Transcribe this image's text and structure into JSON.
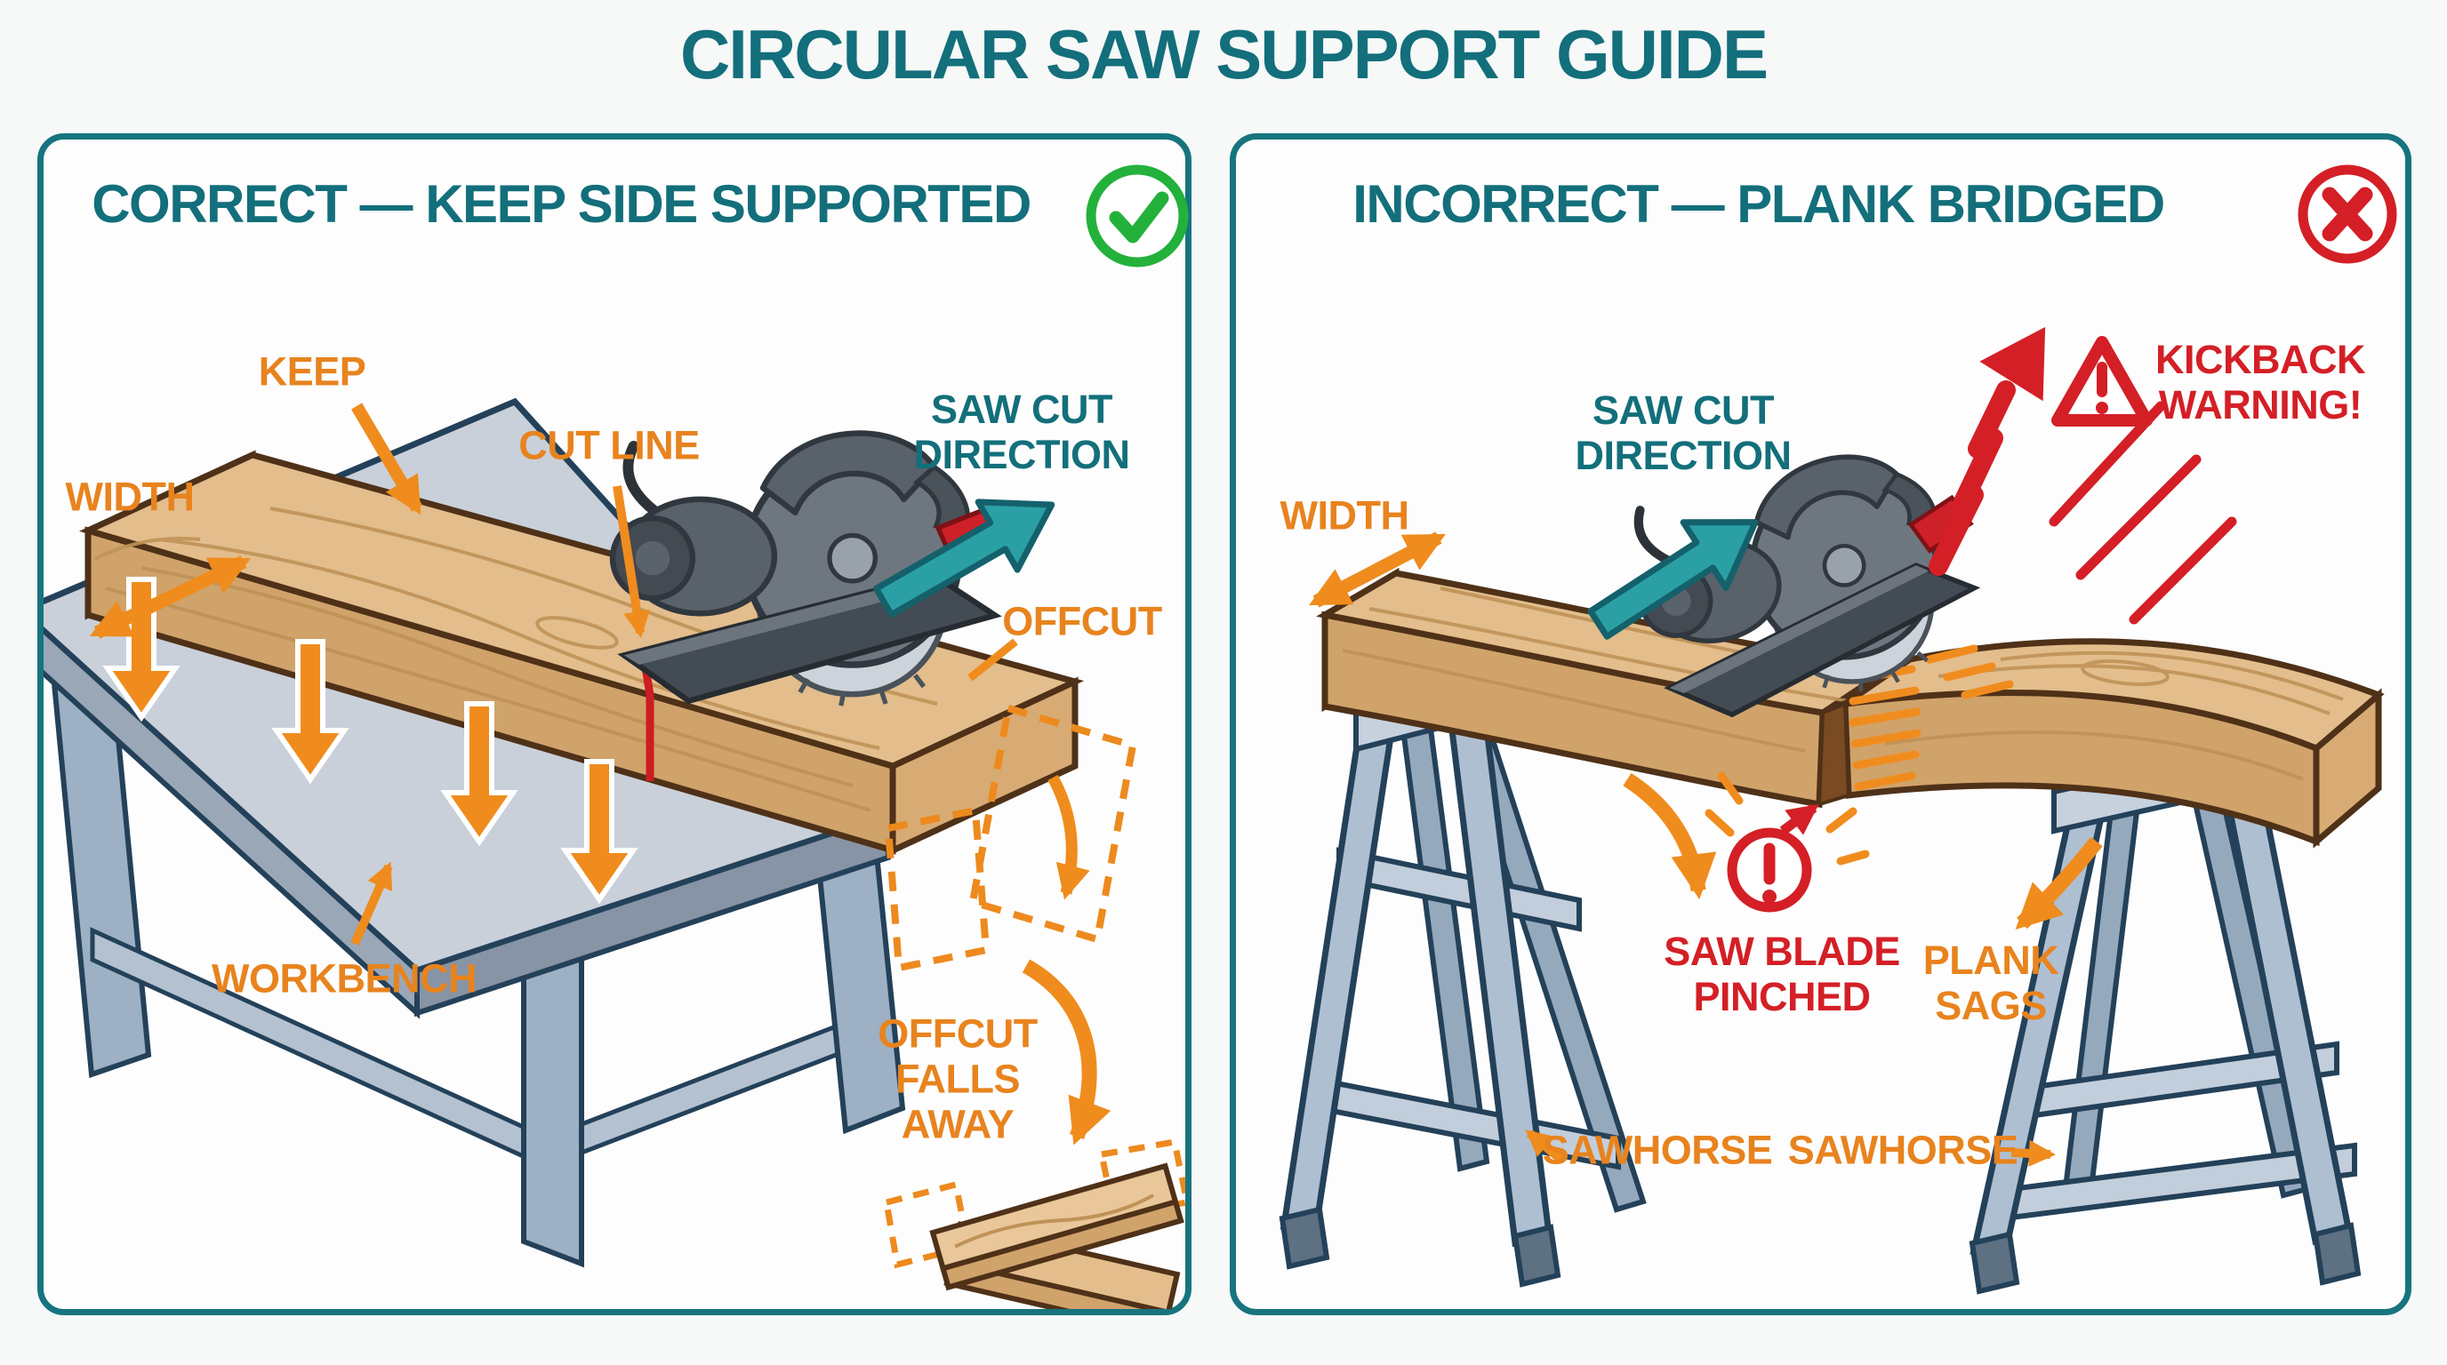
{
  "title": "CIRCULAR SAW SUPPORT GUIDE",
  "left_panel": {
    "header": "CORRECT — KEEP SIDE SUPPORTED",
    "status_icon": "check-circle",
    "labels": {
      "width": "WIDTH",
      "keep": "KEEP",
      "cut_line": "CUT LINE",
      "saw_cut_direction": "SAW CUT\nDIRECTION",
      "offcut": "OFFCUT",
      "workbench": "WORKBENCH",
      "offcut_falls_away": "OFFCUT\nFALLS\nAWAY"
    }
  },
  "right_panel": {
    "header": "INCORRECT — PLANK BRIDGED",
    "status_icon": "x-circle",
    "labels": {
      "saw_cut_direction": "SAW CUT\nDIRECTION",
      "kickback_warning": "KICKBACK\nWARNING!",
      "width": "WIDTH",
      "saw_blade_pinched": "SAW BLADE\nPINCHED",
      "plank_sags": "PLANK\nSAGS",
      "sawhorse_left": "SAWHORSE",
      "sawhorse_right": "SAWHORSE"
    }
  },
  "colors": {
    "teal_text": "#136f7b",
    "teal_arrow": "#2aa0a5",
    "panel_border": "#17747f",
    "orange": "#e8831e",
    "red": "#d41f26",
    "green_check": "#23b13c",
    "wood_top": "#e3bd8c",
    "wood_front": "#d0a36b",
    "steel": "#aebfd2",
    "bench_top": "#c9d0da"
  }
}
